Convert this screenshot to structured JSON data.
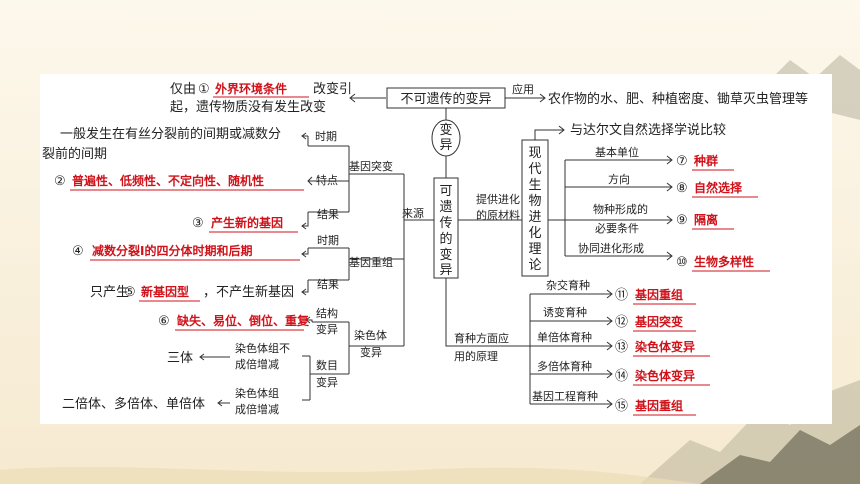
{
  "colors": {
    "background": "#fdf6e7",
    "answer_red": "#d0131b",
    "line": "#333333"
  },
  "top": {
    "left_text_1": "仅由",
    "num_1": "①",
    "answer_1": "外界环境条件",
    "left_text_2": "改变引",
    "left_text_3": "起，遗传物质没有发生改变",
    "box": "不可遗传的变异",
    "apply_label": "应用",
    "apply_text": "农作物的水、肥、种植密度、锄草灭虫管理等"
  },
  "center": {
    "bian": "变异",
    "heritable": "可遗传的变异"
  },
  "mutation": {
    "period_text_1": "一般发生在有丝分裂前的间期或减数分",
    "period_text_2": "裂前的间期",
    "period_label": "时期",
    "group_label": "基因突变",
    "traits_num": "②",
    "traits_answer": "普遍性、低频性、不定向性、随机性",
    "traits_label": "特点",
    "result_num": "③",
    "result_answer": "产生新的基因",
    "result_label": "结果"
  },
  "source_label": "来源",
  "recomb": {
    "period_num": "④",
    "period_answer": "减数分裂Ⅰ的四分体时期和后期",
    "period_label": "时期",
    "group_label": "基因重组",
    "result_pre": "只产生",
    "result_num": "⑤",
    "result_answer": "新基因型",
    "result_post": "，不产生新基因",
    "result_label": "结果"
  },
  "chromosome": {
    "struct_num": "⑥",
    "struct_answer": "缺失、易位、倒位、重复",
    "struct_label_1": "结构",
    "struct_label_2": "变异",
    "group_label_1": "染色体",
    "group_label_2": "变异",
    "trisomy": "三体",
    "non_multiple_1": "染色体组不",
    "non_multiple_2": "成倍增减",
    "number_label_1": "数目",
    "number_label_2": "变异",
    "ploidy": "二倍体、多倍体、单倍体",
    "multiple_1": "染色体组",
    "multiple_2": "成倍增减"
  },
  "evolution": {
    "provide_1": "提供进化",
    "provide_2": "的原材料",
    "box": "现代生物进化理论",
    "darwin": "与达尔文自然选择学说比较",
    "rows": [
      {
        "label_1": "基本单位",
        "label_2": "",
        "num": "⑦",
        "answer": "种群"
      },
      {
        "label_1": "方向",
        "label_2": "",
        "num": "⑧",
        "answer": "自然选择"
      },
      {
        "label_1": "物种形成的",
        "label_2": "必要条件",
        "num": "⑨",
        "answer": "隔离"
      },
      {
        "label_1": "协同进化形成",
        "label_2": "",
        "num": "⑩",
        "answer": "生物多样性"
      }
    ]
  },
  "breeding": {
    "label_1": "育种方面应",
    "label_2": "用的原理",
    "rows": [
      {
        "label": "杂交育种",
        "num": "⑪",
        "answer": "基因重组"
      },
      {
        "label": "诱变育种",
        "num": "⑫",
        "answer": "基因突变"
      },
      {
        "label": "单倍体育种",
        "num": "⑬",
        "answer": "染色体变异"
      },
      {
        "label": "多倍体育种",
        "num": "⑭",
        "answer": "染色体变异"
      },
      {
        "label": "基因工程育种",
        "num": "⑮",
        "answer": "基因重组"
      }
    ]
  }
}
